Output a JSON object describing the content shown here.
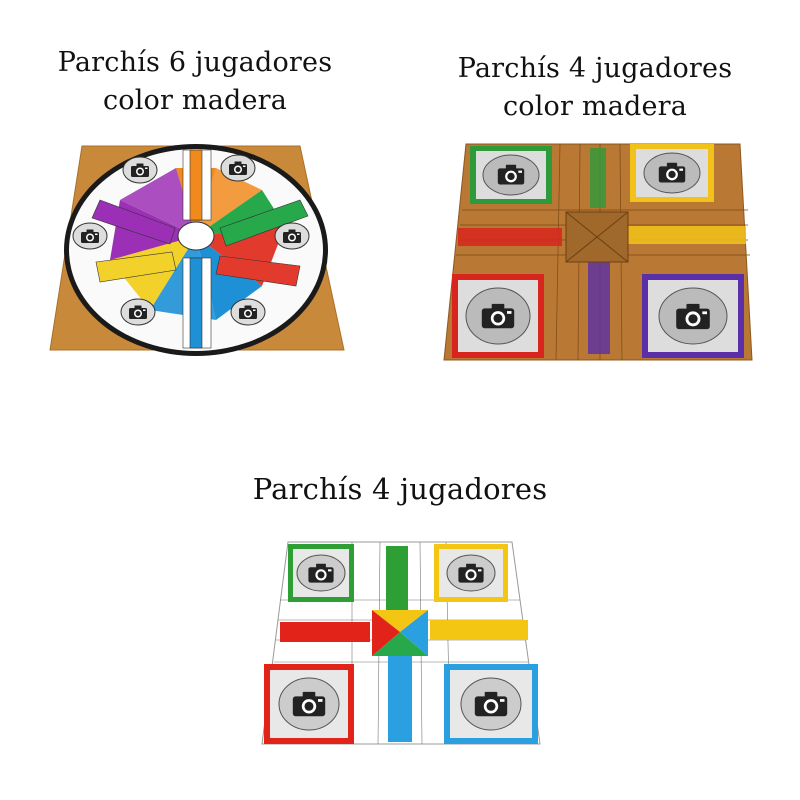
{
  "products": [
    {
      "title_line1": "Parchís 6 jugadores",
      "title_line2": "color madera",
      "board_type": "hexagonal-6-players",
      "wood_color": "#c88a3a",
      "player_colors": [
        "#f08a1d",
        "#9b2fb5",
        "#27a84a",
        "#e23b2e",
        "#f2d12a",
        "#1e90d6"
      ]
    },
    {
      "title_line1": "Parchís 4 jugadores",
      "title_line2": "color madera",
      "board_type": "square-4-players",
      "wood_color": "#b97833",
      "player_colors": [
        "#2f9a3a",
        "#f2c21a",
        "#d8261f",
        "#5a2fa8"
      ]
    },
    {
      "title_line1": "Parchís 4 jugadores",
      "board_type": "square-4-players",
      "wood_color": "#ffffff",
      "player_colors": [
        "#2e9f35",
        "#f3c614",
        "#e2231a",
        "#2aa0e0"
      ]
    }
  ],
  "icons": {
    "home_marker": "camera-icon"
  }
}
